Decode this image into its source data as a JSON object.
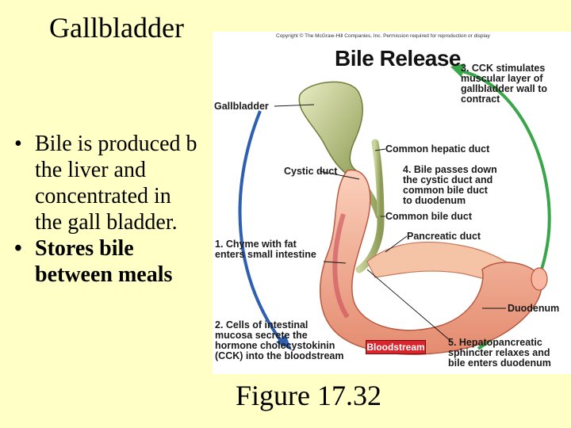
{
  "slide": {
    "title": "Gallbladder",
    "bullets": [
      {
        "marker": "•",
        "text": "Bile is produced b",
        "cont": [
          "the liver and",
          "concentrated in",
          "the gall bladder."
        ]
      },
      {
        "marker": "•",
        "text": "Stores bile",
        "cont": [
          "between meals"
        ]
      }
    ],
    "caption": "Figure 17.32"
  },
  "figure": {
    "copyright": "Copyright © The McGraw-Hill Companies, Inc. Permission required for reproduction or display",
    "title": "Bile Release",
    "labels": {
      "gallbladder": "Gallbladder",
      "cystic_duct": "Cystic duct",
      "common_hepatic_duct": "Common hepatic duct",
      "common_bile_duct": "Common bile duct",
      "pancreatic_duct": "Pancreatic duct",
      "duodenum": "Duodenum",
      "bloodstream": "Bloodstream"
    },
    "steps": {
      "step1": "1. Chyme with fat\n   enters small intestine",
      "step2": "2. Cells of intestinal\n   mucosa secrete the\n   hormone cholecystokinin\n   (CCK) into the bloodstream",
      "step3": "3. CCK stimulates\n   muscular layer of\n   gallbladder wall to\n   contract",
      "step4": "4. Bile passes down\n   the cystic duct and\n   common bile duct\n   to duodenum",
      "step5": "5. Hepatopancreatic\n   sphincter relaxes and\n   bile enters duodenum"
    },
    "colors": {
      "arrow_green": "#3aa64a",
      "arrow_blue": "#2f5fb0",
      "tissue_pink": "#f2a98f",
      "gallbladder_green": "#b9c48a",
      "background": "#ffffc6"
    }
  }
}
